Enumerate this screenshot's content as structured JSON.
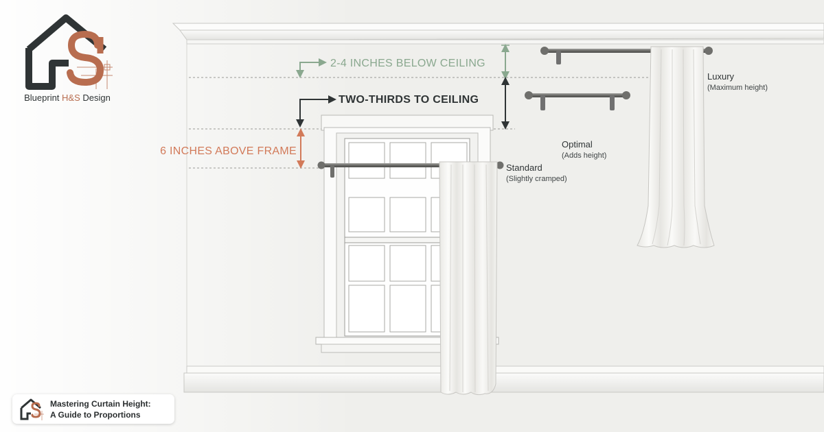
{
  "brand": {
    "name_prefix": "Blueprint",
    "name_accent": "H&S",
    "name_suffix": "Design",
    "logo_icon": "house-hs-blueprint-logo",
    "colors": {
      "dark": "#2f3435",
      "accent": "#b86d4f",
      "green": "#8aa88f"
    }
  },
  "annotations": {
    "below_ceiling": "2-4 INCHES BELOW CEILING",
    "two_thirds": "TWO-THIRDS TO CEILING",
    "above_frame": "6 INCHES ABOVE FRAME"
  },
  "rods": {
    "luxury": {
      "label": "Luxury",
      "note": "(Maximum height)"
    },
    "optimal": {
      "label": "Optimal",
      "note": "(Adds height)"
    },
    "standard": {
      "label": "Standard",
      "note": "(Slightly cramped)"
    }
  },
  "caption": {
    "line1": "Mastering Curtain Height:",
    "line2": "A Guide to Proportions"
  }
}
